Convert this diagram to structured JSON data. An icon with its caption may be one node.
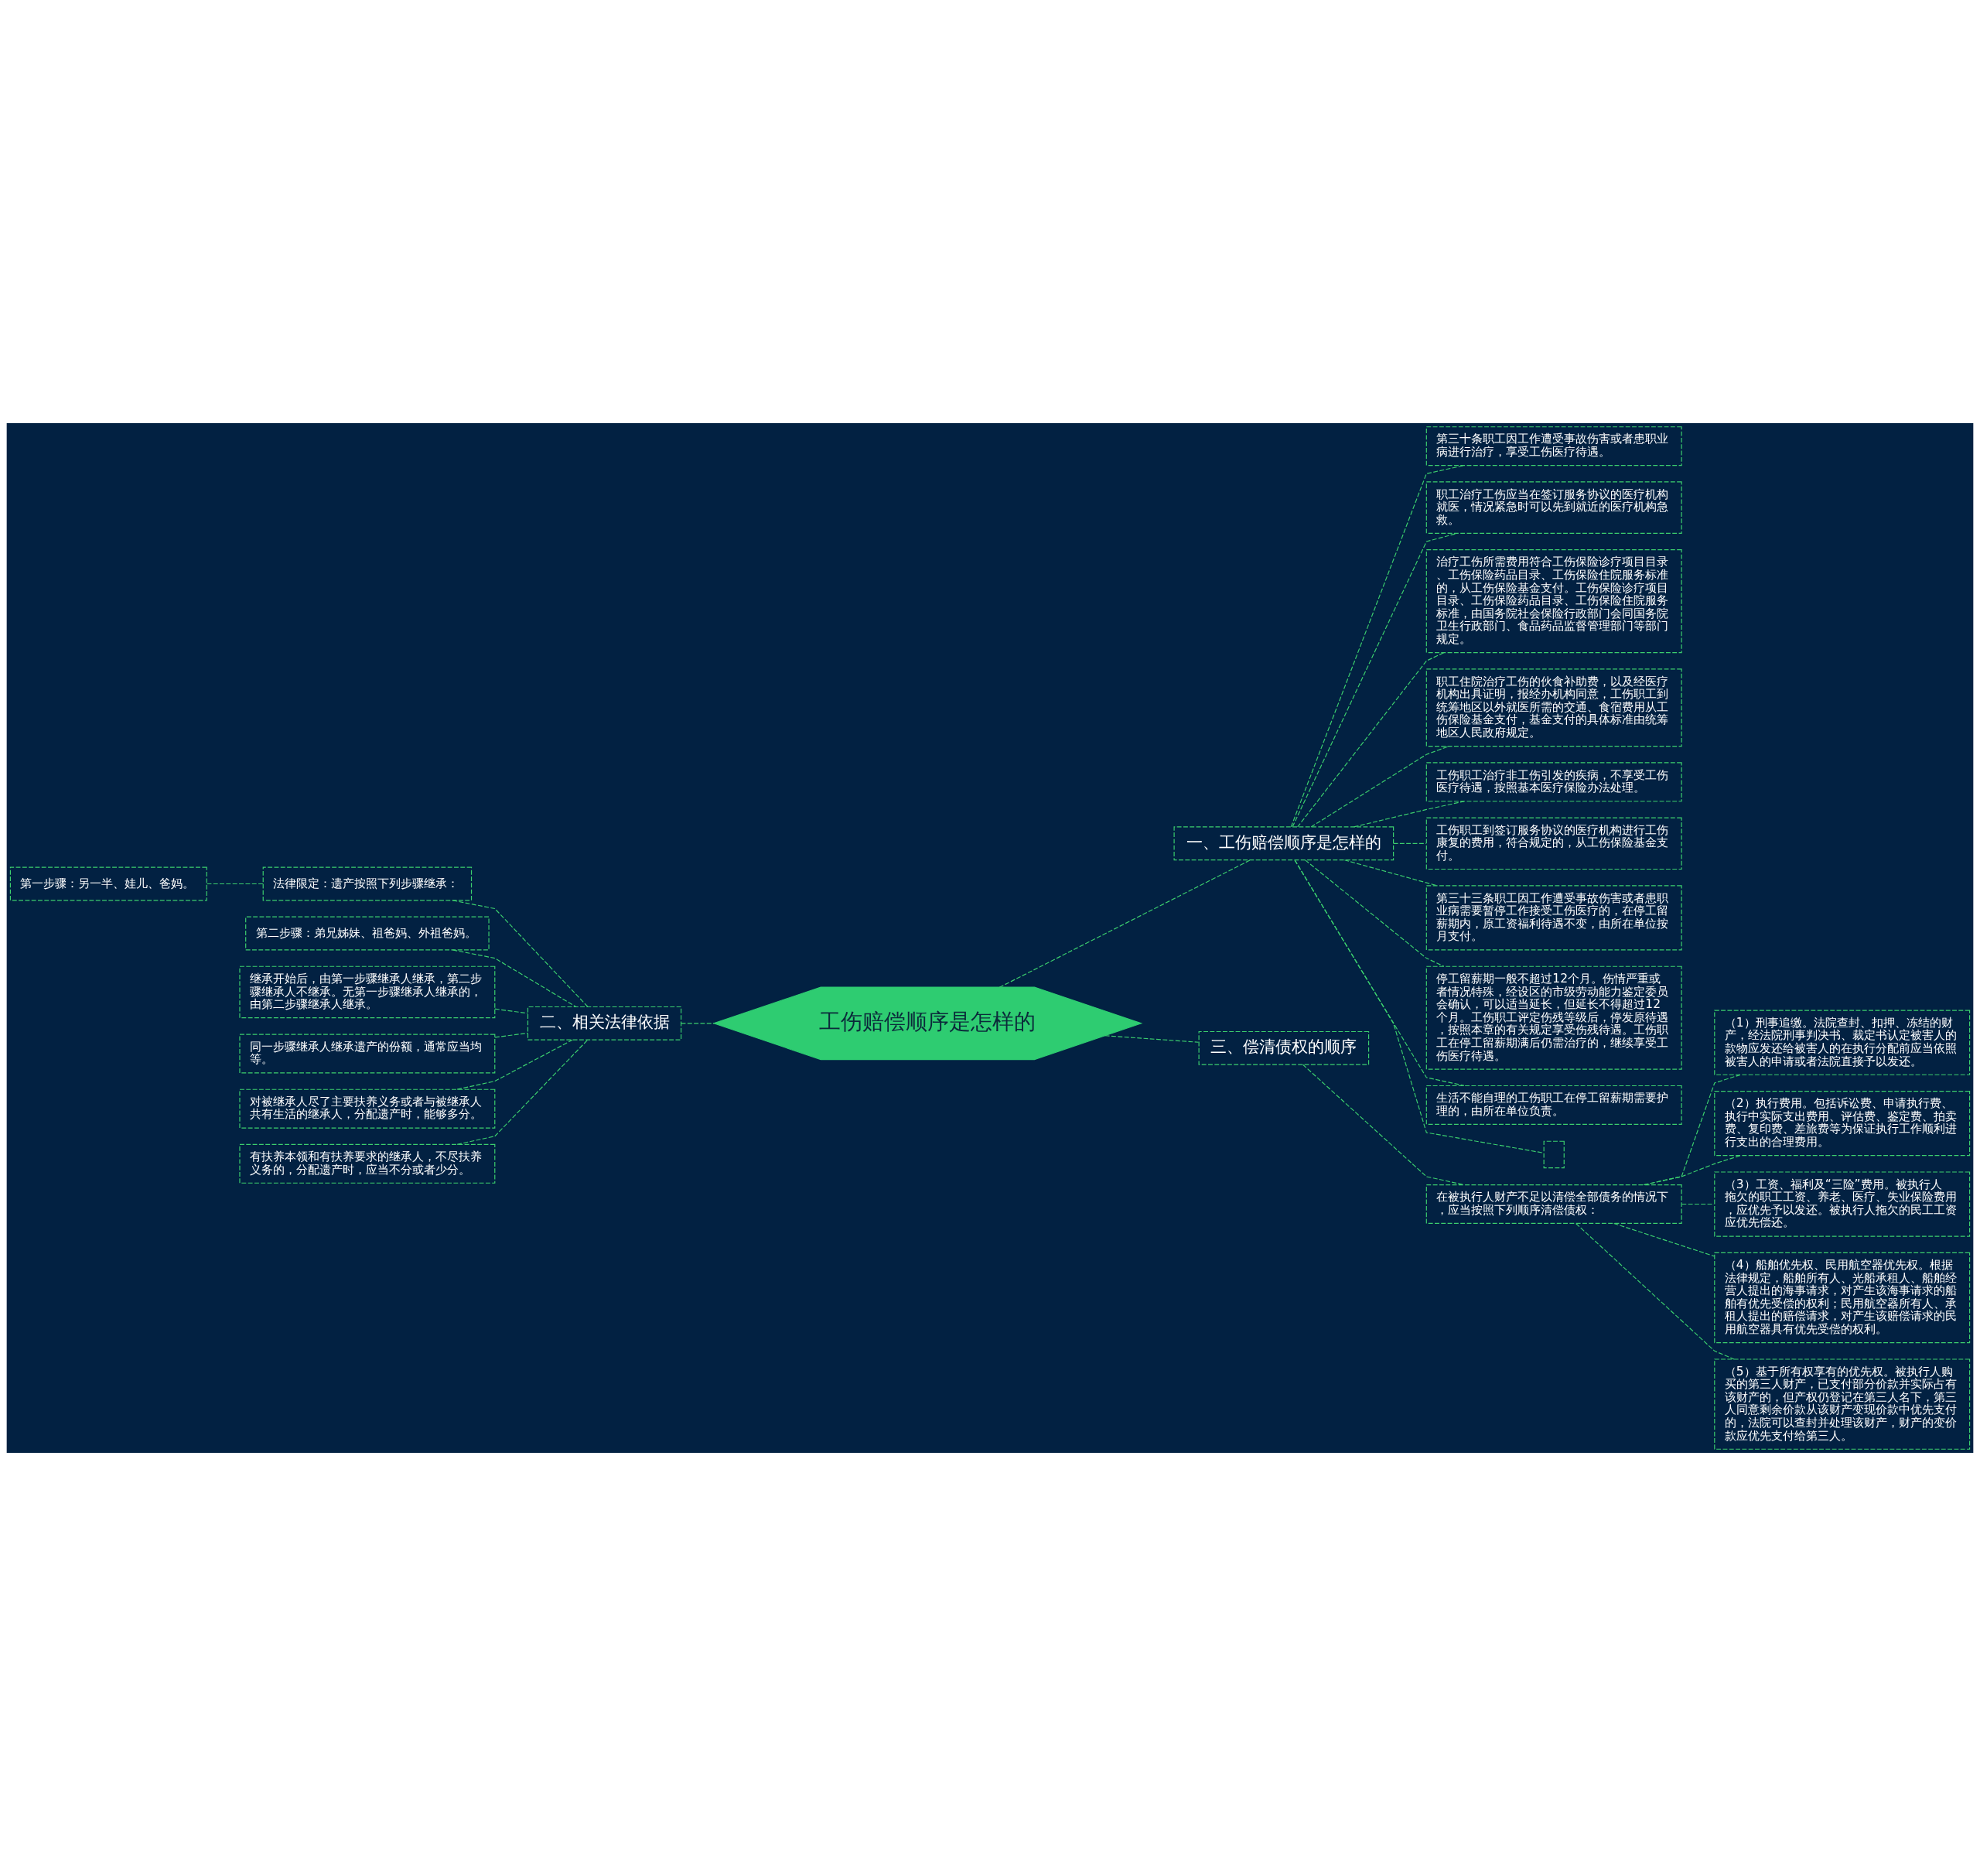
{
  "diagram": {
    "nodes": [
      {
        "text": [
          "工伤赔偿顺序是怎样的"
        ]
      },
      {
        "text": [
          "一、工伤赔偿顺序是怎样的"
        ]
      },
      {
        "text": [
          "第三十条职工因工作遭受事故伤害或者患职业病进行治疗，享受工伤医疗待遇。"
        ]
      },
      {
        "text": [
          "职工治疗工伤应当在签订服务协议的医疗机构就医，情况紧急时可以先到就近的医疗机构急救。"
        ]
      },
      {
        "text": [
          "治疗工伤所需费用符合工伤保险诊疗项目目录、工伤保险药品目录、工伤保险住院服务标准的，从工伤保险基金支付。工伤保险诊疗项目目录、工伤保险药品目录、工伤保险住院服务标准，由国务院社会保险行政部门会同国务院卫生行政部门、食品药品监督管理部门等部门规定。"
        ]
      },
      {
        "text": [
          "职工住院治疗工伤的伙食补助费，以及经医疗机构出具证明，报经办机构同意，工伤职工到统筹地区以外就医所需的交通、食宿费用从工伤保险基金支付，基金支付的具体标准由统筹地区人民政府规定。"
        ]
      },
      {
        "text": [
          "工伤职工治疗非工伤引发的疾病，不享受工伤医疗待遇，按照基本医疗保险办法处理。"
        ]
      },
      {
        "text": [
          "工伤职工到签订服务协议的医疗机构进行工伤康复的费用，符合规定的，从工伤保险基金支付。"
        ]
      },
      {
        "text": [
          "第三十三条职工因工作遭受事故伤害或者患职业病需要暂停工作接受工伤医疗的，在停工留薪期内，原工资福利待遇不变，由所在单位按月支付。"
        ]
      },
      {
        "text": [
          "停工留薪期一般不超过12个月。伤情严重或者情况特殊，经设区的市级劳动能力鉴定委员会确认，可以适当延长，但延长不得超过12个月。工伤职工评定伤残等级后，停发原待遇，按照本章的有关规定享受伤残待遇。工伤职工在停工留薪期满后仍需治疗的，继续享受工伤医疗待遇。"
        ]
      },
      {
        "text": [
          "生活不能自理的工伤职工在停工留薪期需要护理的，由所在单位负责。"
        ]
      },
      {
        "text": [],
        "shape": "box"
      },
      {
        "text": [
          "二、相关法律依据"
        ]
      },
      {
        "text": [
          "法律限定：遗产按照下列步骤继承："
        ]
      },
      {
        "text": [
          "第一步骤：另一半、娃儿、爸妈。"
        ]
      },
      {
        "text": [
          "第二步骤：弟兄姊妹、祖爸妈、外祖爸妈。"
        ]
      },
      {
        "text": [
          "继承开始后，由第一步骤继承人继承，第二步骤继承人不继承。无第一步骤继承人继承的，由第二步骤继承人继承。"
        ]
      },
      {
        "text": [
          "同一步骤继承人继承遗产的份额，通常应当均等。"
        ]
      },
      {
        "text": [
          "对被继承人尽了主要扶养义务或者与被继承人共有生活的继承人，分配遗产时，能够多分。"
        ]
      },
      {
        "text": [
          "有扶养本领和有扶养要求的继承人，不尽扶养义务的，分配遗产时，应当不分或者少分。"
        ]
      },
      {
        "text": [
          "三、偿清债权的顺序"
        ]
      },
      {
        "text": [
          "在被执行人财产不足以清偿全部债务的情况下，应当按照下列顺序清偿债权："
        ]
      },
      {
        "text": [
          "（1）刑事追缴。法院查封、扣押、冻结的财产，经法院刑事判决书、裁定书认定被害人的款物应发还给被害人的在执行分配前应当依照被害人的申请或者法院直接予以发还。"
        ]
      },
      {
        "text": [
          "（2）执行费用。包括诉讼费、申请执行费、执行中实际支出费用、评估费、鉴定费、拍卖费、复印费、差旅费等为保证执行工作顺利进行支出的合理费用。"
        ]
      },
      {
        "text": [
          "（3）工资、福利及“三险”费用。被执行人拖欠的职工工资、养老、医疗、失业保险费用，应优先予以发还。被执行人拖欠的民工工资应优先偿还。"
        ]
      },
      {
        "text": [
          "（4）船舶优先权、民用航空器优先权。根据法律规定，船舶所有人、光船承租人、船舶经营人提出的海事请求，对产生该海事请求的船舶有优先受偿的权利；民用航空器所有人、承租人提出的赔偿请求，对产生该赔偿请求的民用航空器具有优先受偿的权利。"
        ]
      },
      {
        "text": [
          "（5）基于所有权享有的优先权。被执行人购买的第三人财产，已支付部分价款并实际占有该财产的，但产权仍登记在第三人名下，第三人同意剩余价款从该财产变现价款中优先支付的，法院可以查封并处理该财产，财产的变价款应优先支付给第三人。"
        ]
      }
    ],
    "edges": [
      {
        "from": 0,
        "to": 1,
        "arrow": "none"
      },
      {
        "from": 1,
        "to": 2,
        "arrow": "none"
      },
      {
        "from": 1,
        "to": 3,
        "arrow": "none"
      },
      {
        "from": 1,
        "to": 4,
        "arrow": "none"
      },
      {
        "from": 1,
        "to": 5,
        "arrow": "none"
      },
      {
        "from": 1,
        "to": 6,
        "arrow": "none"
      },
      {
        "from": 1,
        "to": 7,
        "arrow": "none"
      },
      {
        "from": 1,
        "to": 8,
        "arrow": "none"
      },
      {
        "from": 1,
        "to": 9,
        "arrow": "none"
      },
      {
        "from": 1,
        "to": 10,
        "arrow": "none"
      },
      {
        "from": 1,
        "to": 11,
        "arrow": "none"
      },
      {
        "from": 0,
        "to": 12,
        "arrow": "none"
      },
      {
        "from": 12,
        "to": 13,
        "arrow": "none"
      },
      {
        "from": 13,
        "to": 14,
        "arrow": "none"
      },
      {
        "from": 12,
        "to": 15,
        "arrow": "none"
      },
      {
        "from": 12,
        "to": 16,
        "arrow": "none"
      },
      {
        "from": 12,
        "to": 17,
        "arrow": "none"
      },
      {
        "from": 12,
        "to": 18,
        "arrow": "none"
      },
      {
        "from": 12,
        "to": 19,
        "arrow": "none"
      },
      {
        "from": 0,
        "to": 20,
        "arrow": "none"
      },
      {
        "from": 20,
        "to": 21,
        "arrow": "none"
      },
      {
        "from": 21,
        "to": 22,
        "arrow": "none"
      },
      {
        "from": 21,
        "to": 23,
        "arrow": "none"
      },
      {
        "from": 21,
        "to": 24,
        "arrow": "none"
      },
      {
        "from": 21,
        "to": 25,
        "arrow": "none"
      },
      {
        "from": 21,
        "to": 26,
        "arrow": "none"
      }
    ]
  }
}
